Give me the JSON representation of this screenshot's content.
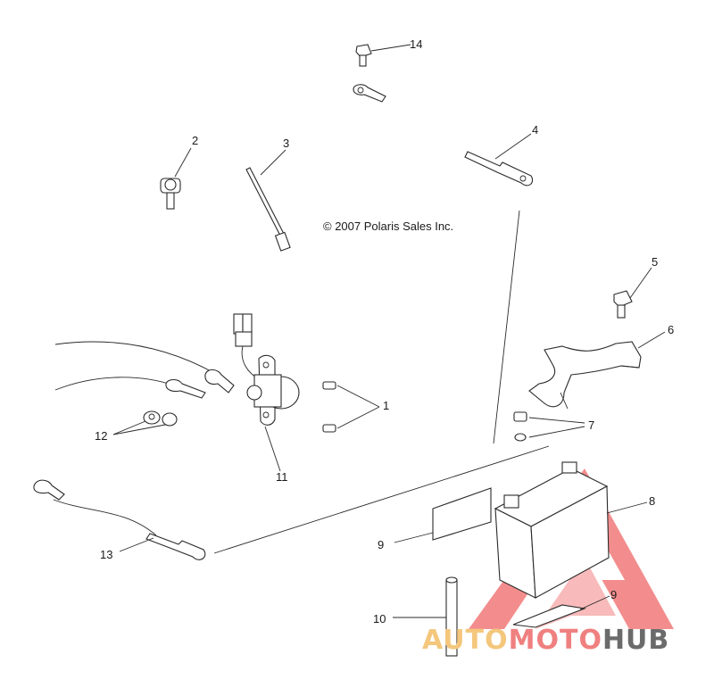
{
  "copyright": "© 2007 Polaris Sales Inc.",
  "callouts": [
    "1",
    "2",
    "3",
    "4",
    "5",
    "6",
    "7",
    "8",
    "9",
    "9",
    "10",
    "11",
    "12",
    "13",
    "14"
  ],
  "watermark": {
    "part1": "AUTO",
    "part2": "MOTO",
    "part3": "HUB",
    "color1": "#f4c77d",
    "color2": "#f08080",
    "color3": "#6b6b6b",
    "triangle_color": "#f06868"
  }
}
